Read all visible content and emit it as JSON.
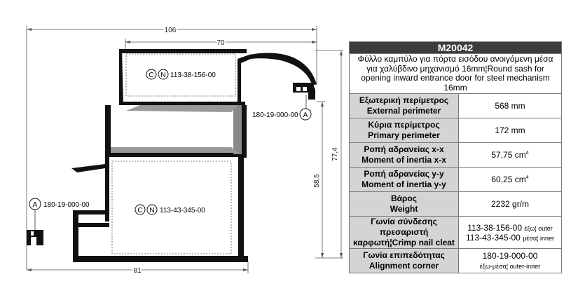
{
  "drawing": {
    "dim_overall_width": "106",
    "dim_top_width": "70",
    "dim_bottom_width": "81",
    "dim_total_height": "77,4",
    "dim_height": "58,5",
    "callouts": {
      "top_cleat_letters": [
        "C",
        "N"
      ],
      "top_cleat_code": "113-38-156-00",
      "bottom_cleat_letters": [
        "C",
        "N"
      ],
      "bottom_cleat_code": "113-43-345-00",
      "corner_right_letter": "A",
      "corner_right_code": "180-19-000-00",
      "corner_left_letter": "A",
      "corner_left_code": "180-19-000-00"
    }
  },
  "spec": {
    "code": "M20042",
    "description": "Φύλλο καμπύλο για πόρτα εισόδου ανοιγόμενη μέσα για χαλύβδινο μηχανισμό 16mm¦Round sash for opening inward entrance door for steel mechanism 16mm",
    "rows": [
      {
        "gr": "Εξωτερική περίμετρος",
        "en": "External perimeter",
        "value": "568 mm"
      },
      {
        "gr": "Κύρια περίμετρος",
        "en": "Primary perimeter",
        "value": "172 mm"
      },
      {
        "gr": "Ροπή αδρανείας x-x",
        "en": "Moment of inertia x-x",
        "value": "57,75 cm",
        "sup": "4"
      },
      {
        "gr": "Ροπή αδρανείας y-y",
        "en": "Moment of inertia y-y",
        "value": "60,25 cm",
        "sup": "4"
      },
      {
        "gr": "Βάρος",
        "en": "Weight",
        "value": "2232 gr/m"
      }
    ],
    "cleat": {
      "gr": "Γωνία σύνδεσης πρεσαριστή",
      "en_line": "καρφωτή¦Crimp nail cleat",
      "line1_code": "113-38-156-00",
      "line1_small": "έξω¦ outer",
      "line2_code": "113-43-345-00",
      "line2_small": "μέσα¦ inner"
    },
    "alignment": {
      "gr": "Γωνία επιπεδότητας",
      "en": "Alignment corner",
      "code": "180-19-000-00",
      "small": "έξω-μέσα¦ outer-inner"
    }
  }
}
